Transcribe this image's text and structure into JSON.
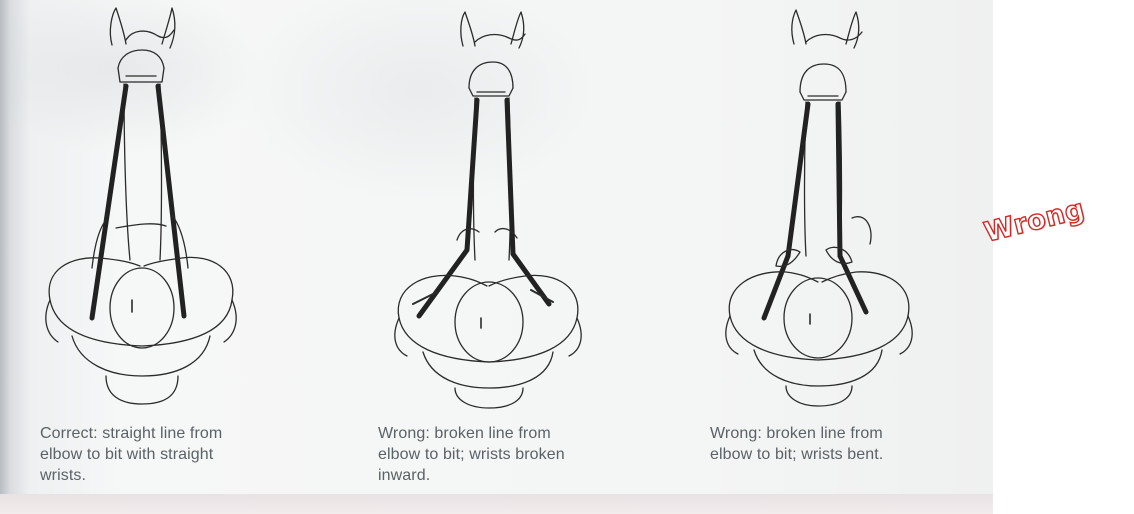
{
  "captions": [
    {
      "lines": [
        "Correct: straight line from",
        "elbow to bit with straight",
        "wrists."
      ]
    },
    {
      "lines": [
        "Wrong: broken line from",
        "elbow to bit; wrists broken",
        "inward."
      ]
    },
    {
      "lines": [
        "Wrong: broken line from",
        "elbow to bit; wrists bent."
      ]
    }
  ],
  "stamp": {
    "text": "Wrong",
    "color": "#d02a26"
  },
  "figures": [
    {
      "name": "illustration-correct-hands",
      "variant": "straight"
    },
    {
      "name": "illustration-wrists-broken-inward",
      "variant": "broken-inward"
    },
    {
      "name": "illustration-wrists-bent",
      "variant": "bent"
    }
  ]
}
